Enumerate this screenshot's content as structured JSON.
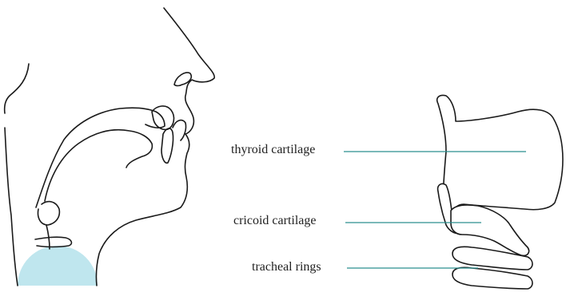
{
  "labels": {
    "thyroid": "thyroid cartilage",
    "cricoid": "cricoid cartilage",
    "tracheal": "tracheal rings"
  },
  "colors": {
    "leader_line": "#2a8f8f",
    "highlight_circle": "#bfe6ee",
    "outline": "#1a1a1a"
  }
}
